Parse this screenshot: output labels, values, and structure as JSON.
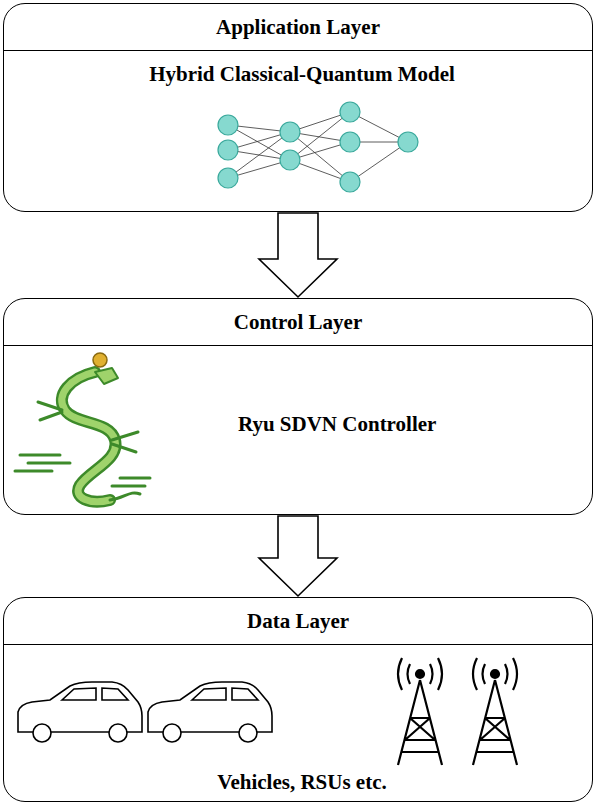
{
  "diagram": {
    "nodes": [
      {
        "text": [
          "Application Layer",
          "Hybrid Classical-Quantum Model"
        ]
      },
      {
        "text": [
          "Control Layer",
          "Ryu SDVN Controller"
        ]
      },
      {
        "text": [
          "Data Layer",
          "Vehicles, RSUs etc."
        ]
      }
    ],
    "edges": [
      {
        "from": 0,
        "to": 1,
        "arrow": "to"
      },
      {
        "from": 1,
        "to": 2,
        "arrow": "to"
      }
    ]
  }
}
